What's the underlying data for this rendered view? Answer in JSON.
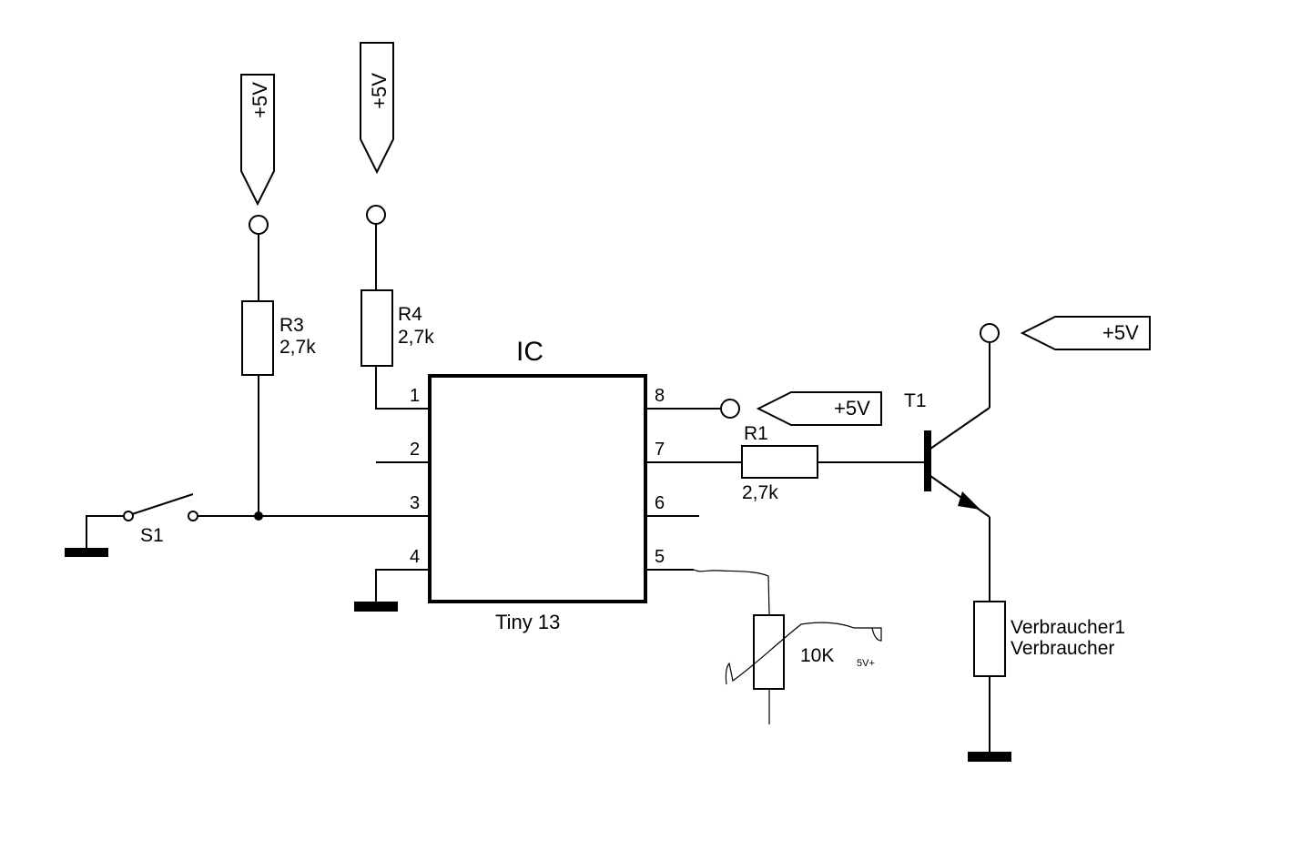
{
  "ic": {
    "label": "IC",
    "type": "Tiny 13",
    "pins": [
      "1",
      "2",
      "3",
      "4",
      "5",
      "6",
      "7",
      "8"
    ]
  },
  "r1": {
    "name": "R1",
    "value": "2,7k"
  },
  "r3": {
    "name": "R3",
    "value": "2,7k"
  },
  "r4": {
    "name": "R4",
    "value": "2,7k"
  },
  "s1": {
    "name": "S1"
  },
  "t1": {
    "name": "T1"
  },
  "load": {
    "name": "Verbraucher1",
    "value": "Verbraucher"
  },
  "pot": {
    "value": "10K",
    "supply_note": "5V+"
  },
  "supply": {
    "label": "+5V"
  }
}
